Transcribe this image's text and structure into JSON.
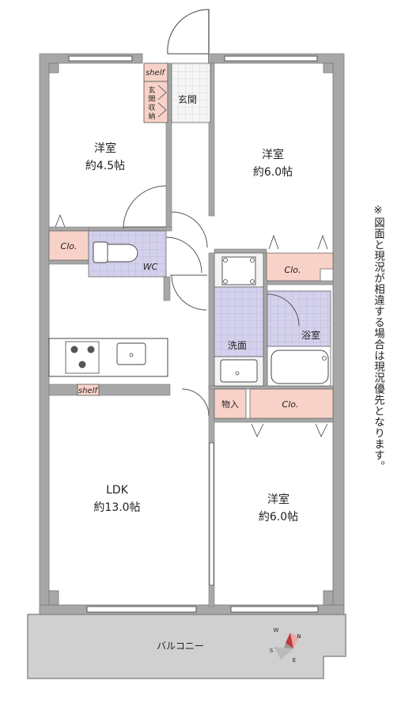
{
  "rooms": {
    "bedroom_nw": {
      "name": "洋室",
      "size": "約4.5帖"
    },
    "bedroom_ne": {
      "name": "洋室",
      "size": "約6.0帖"
    },
    "bedroom_se": {
      "name": "洋室",
      "size": "約6.0帖"
    },
    "ldk": {
      "name": "LDK",
      "size": "約13.0帖"
    },
    "entrance": "玄関",
    "entrance_storage": [
      "玄",
      "関",
      "収",
      "納"
    ],
    "wc": "WC",
    "washroom": "洗面",
    "bathroom": "浴室",
    "storeroom": "物入",
    "balcony": "バルコニー"
  },
  "closets": {
    "nw": "Clo.",
    "ne": "Clo.",
    "se": "Clo."
  },
  "shelves": {
    "entrance": "shelf",
    "kitchen": "shelf"
  },
  "compass": {
    "n": "N",
    "s": "S",
    "e": "E",
    "w": "W"
  },
  "note": "※図面と現況が相違する場合は現況優先となります。",
  "colors": {
    "wall": "#a7a7a7",
    "closet": "#f8d2c8",
    "tile": "#d4d1ec",
    "entrance_tile": "#f4f4f4",
    "balcony": "#d0d0d0",
    "compass_n": "#c0393b"
  }
}
